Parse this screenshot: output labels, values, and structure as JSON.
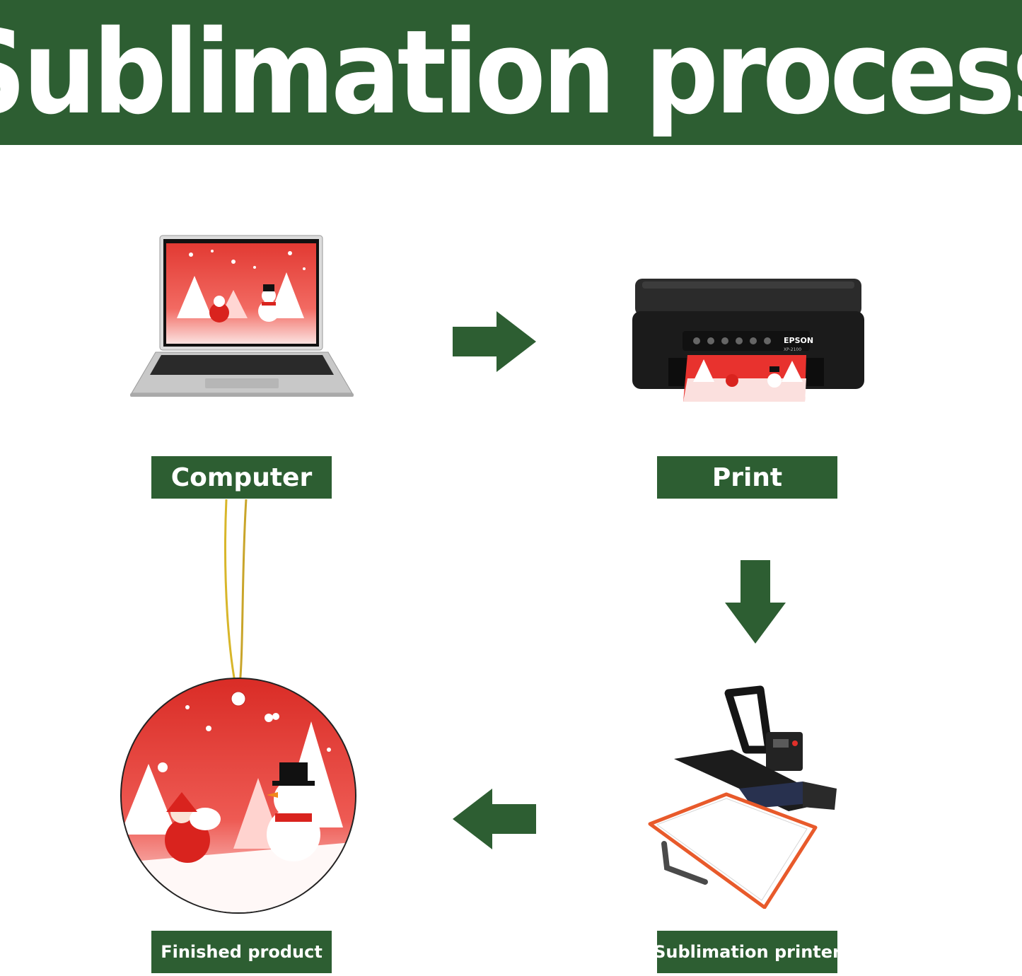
{
  "title": "Sublimation process",
  "steps": {
    "computer": {
      "label": "Computer"
    },
    "print": {
      "label": "Print"
    },
    "press": {
      "label": "Sublimation printer"
    },
    "finished": {
      "label": "Finished product"
    }
  },
  "printer_brand": "EPSON",
  "printer_model": "XP-2100",
  "colors": {
    "brand_green": "#2d5e32",
    "festive_red": "#e8322e",
    "white": "#ffffff"
  },
  "icons": [
    "laptop-icon",
    "printer-icon",
    "heat-press-icon",
    "ornament-icon",
    "arrow-right-icon",
    "arrow-down-icon",
    "arrow-left-icon"
  ]
}
